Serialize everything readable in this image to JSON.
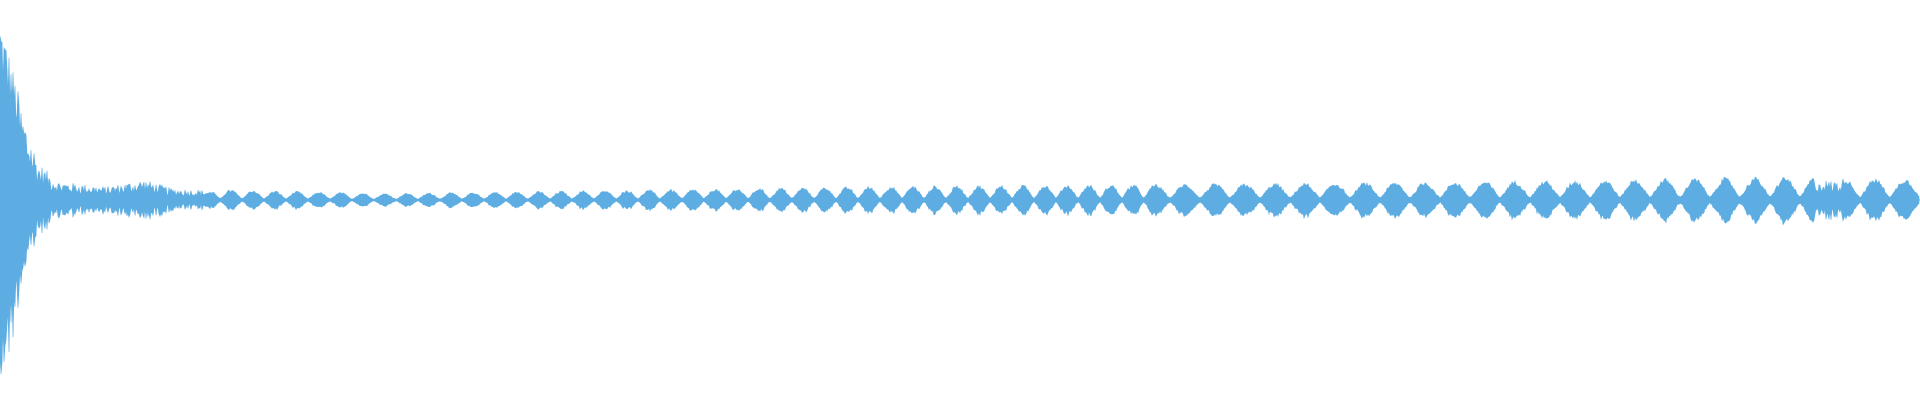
{
  "waveform": {
    "color": "#5dade2",
    "background": "#ffffff",
    "segments": [
      {
        "t": 0.0,
        "amp": 1.0,
        "kind": "attack"
      },
      {
        "t": 0.01,
        "amp": 0.55,
        "kind": "noise"
      },
      {
        "t": 0.02,
        "amp": 0.2,
        "kind": "noise"
      },
      {
        "t": 0.03,
        "amp": 0.1,
        "kind": "noise"
      },
      {
        "t": 0.055,
        "amp": 0.07,
        "kind": "noise"
      },
      {
        "t": 0.075,
        "amp": 0.11,
        "kind": "noise"
      },
      {
        "t": 0.09,
        "amp": 0.06,
        "kind": "noise"
      },
      {
        "t": 0.11,
        "amp": 0.05,
        "kind": "blobs"
      },
      {
        "t": 0.2,
        "amp": 0.03,
        "kind": "blobs"
      },
      {
        "t": 0.32,
        "amp": 0.045,
        "kind": "blobs"
      },
      {
        "t": 0.47,
        "amp": 0.065,
        "kind": "blobs"
      },
      {
        "t": 0.69,
        "amp": 0.08,
        "kind": "blobs"
      },
      {
        "t": 0.8,
        "amp": 0.09,
        "kind": "blobs"
      },
      {
        "t": 0.945,
        "amp": 0.11,
        "kind": "noise"
      },
      {
        "t": 0.96,
        "amp": 0.1,
        "kind": "blobs"
      },
      {
        "t": 1.0,
        "amp": 0.1,
        "kind": "blobs"
      }
    ]
  }
}
